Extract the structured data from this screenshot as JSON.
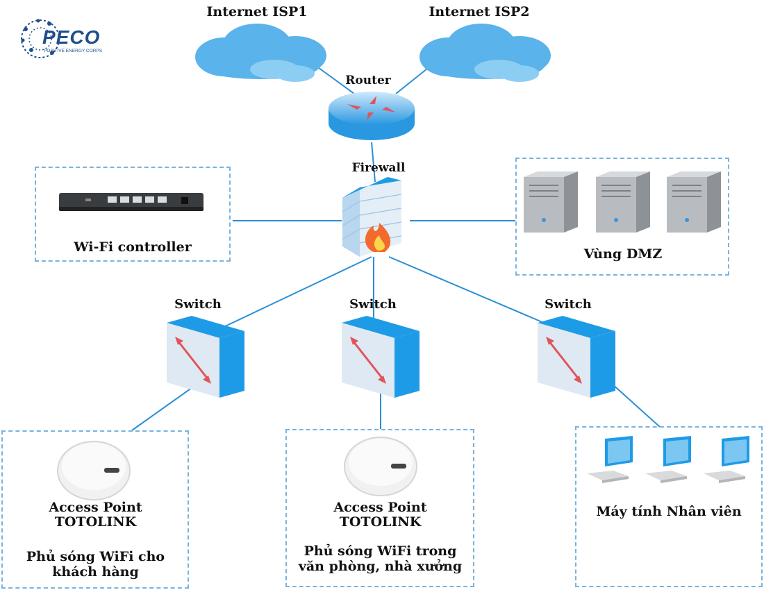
{
  "logo": {
    "name": "PECO",
    "tagline": "POSITIVE ENERGY CORPS"
  },
  "isp1": {
    "label": "Internet ISP1"
  },
  "isp2": {
    "label": "Internet ISP2"
  },
  "router": {
    "label": "Router"
  },
  "firewall": {
    "label": "Firewall"
  },
  "wifi_controller": {
    "label": "Wi-Fi controller"
  },
  "dmz": {
    "label": "Vùng DMZ"
  },
  "switches": [
    {
      "label": "Switch"
    },
    {
      "label": "Switch"
    },
    {
      "label": "Switch"
    }
  ],
  "ap_guest": {
    "title_line1": "Access Point",
    "title_line2": "TOTOLINK",
    "desc_line1": "Phủ sóng WiFi cho",
    "desc_line2": "khách hàng"
  },
  "ap_office": {
    "title_line1": "Access Point",
    "title_line2": "TOTOLINK",
    "desc_line1": "Phủ sóng WiFi trong",
    "desc_line2": "văn phòng, nhà xưởng"
  },
  "staff": {
    "label": "Máy tính Nhân viên"
  },
  "colors": {
    "link": "#2a8fd6",
    "cloud": "#5ab3ea",
    "switch": "#1e9be6",
    "dashed_border": "#79b3dd"
  }
}
